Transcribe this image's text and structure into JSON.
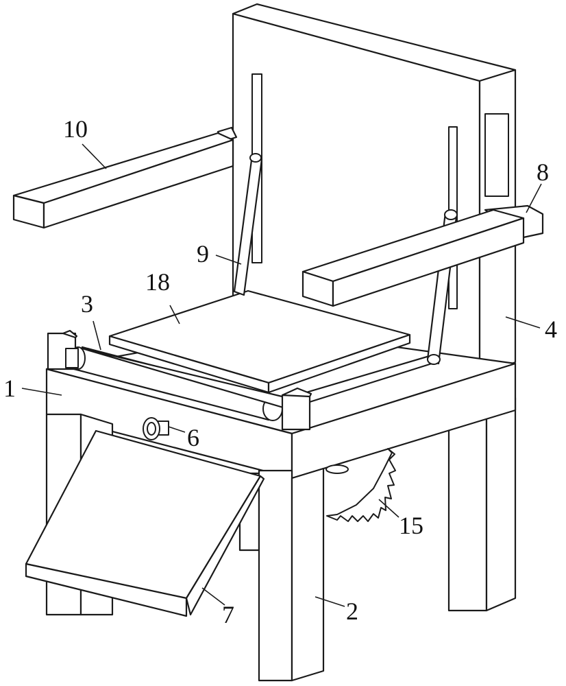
{
  "labels": {
    "l1": "1",
    "l2": "2",
    "l3": "3",
    "l4": "4",
    "l6": "6",
    "l7": "7",
    "l8": "8",
    "l9": "9",
    "l10": "10",
    "l15": "15",
    "l18": "18"
  }
}
